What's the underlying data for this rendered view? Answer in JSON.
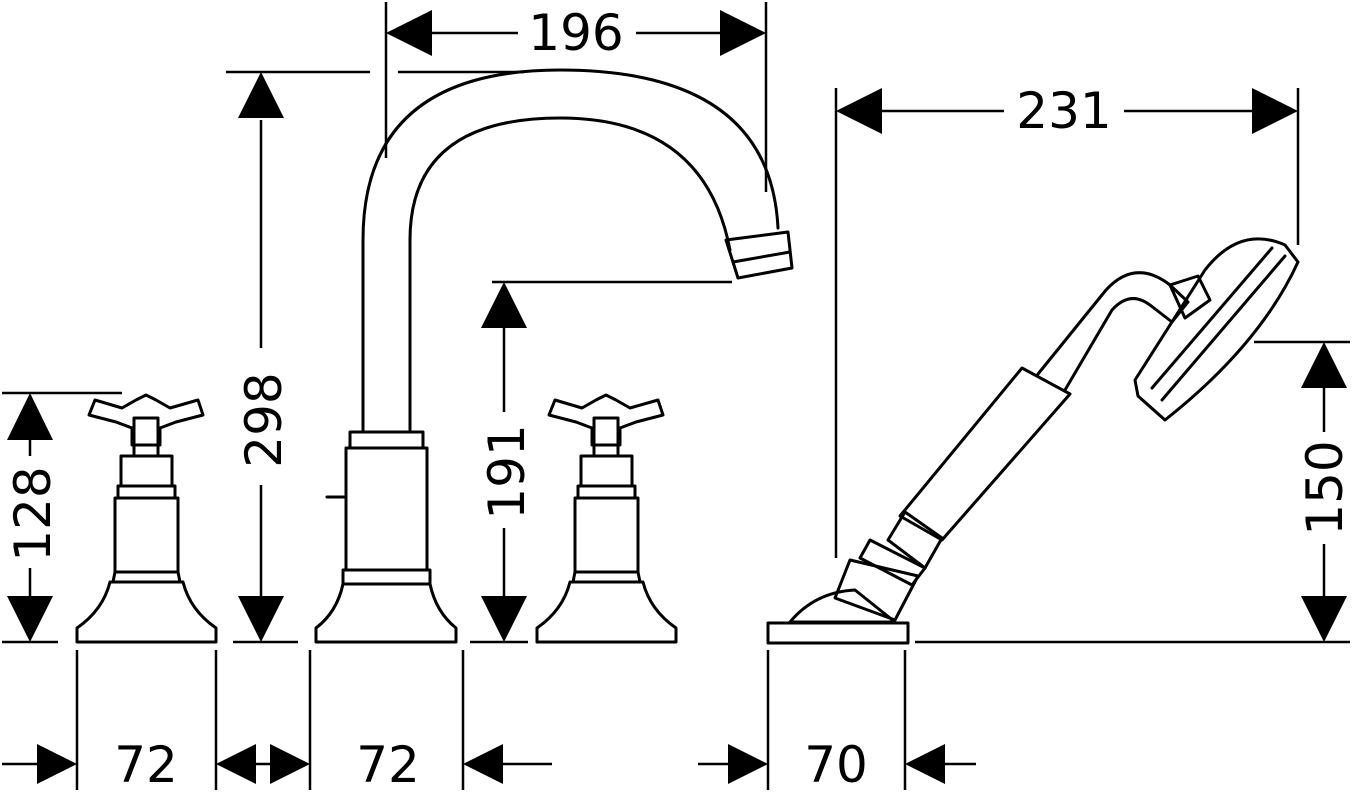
{
  "dimensions": {
    "spout_reach": "196",
    "spout_height_total": "298",
    "spout_outlet_height": "191",
    "handle_height": "128",
    "handle_base_width": "72",
    "spout_base_width": "72",
    "hand_shower_reach": "231",
    "hand_shower_height": "150",
    "shower_holder_width": "70"
  }
}
